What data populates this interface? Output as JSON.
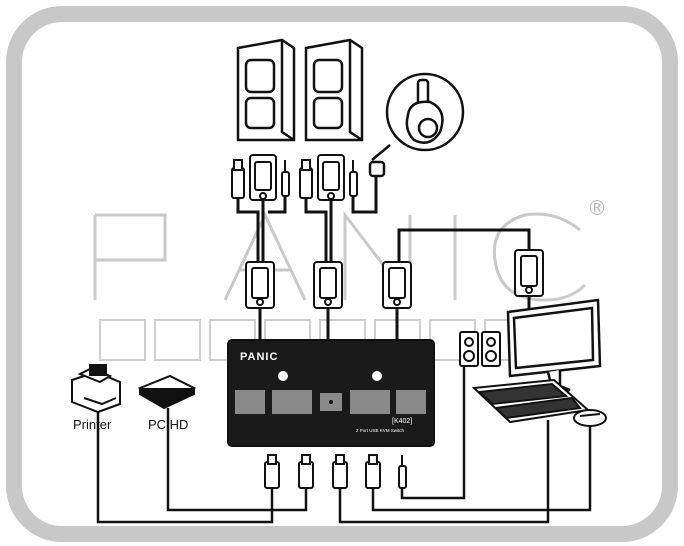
{
  "labels": {
    "printer": "Printer",
    "pc_hd": "PC HD"
  },
  "kvm": {
    "brand": "PANIC",
    "model": "[K402]",
    "subtitle": "2 Port USB KVM Switch"
  },
  "watermark": {
    "text": "PANIC",
    "registered_mark": "®"
  },
  "colors": {
    "frame": "#c8c8c8",
    "kvm_body": "#1a1a1a",
    "ink": "#111111",
    "watermark": "#d9d9d9"
  }
}
